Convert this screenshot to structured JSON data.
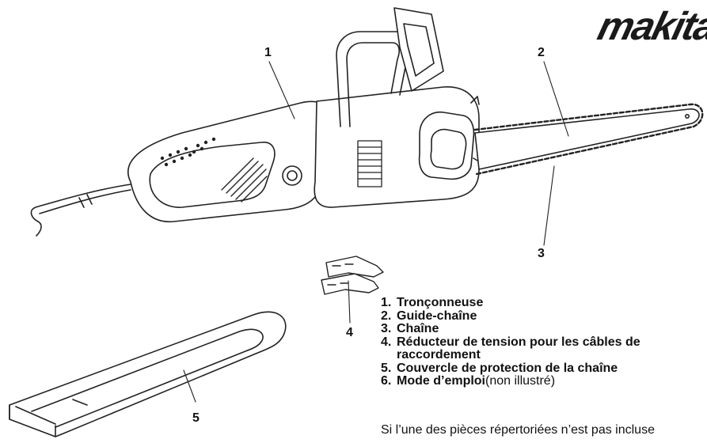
{
  "brand": {
    "logo_text": "makita"
  },
  "callouts": [
    "1",
    "2",
    "3",
    "4",
    "5"
  ],
  "legend": [
    {
      "number": "1.",
      "label": "Tronçonneuse"
    },
    {
      "number": "2.",
      "label": "Guide-chaîne"
    },
    {
      "number": "3.",
      "label": "Chaîne"
    },
    {
      "number": "4.",
      "label": "Réducteur de tension pour les câbles de",
      "label_cont": "raccordement"
    },
    {
      "number": "5.",
      "label": "Couvercle de protection de la chaîne"
    },
    {
      "number": "6.",
      "label": "Mode d’emploi",
      "extra": " (non illustré)"
    }
  ],
  "note": "Si l’une des pièces répertoriées n’est pas incluse"
}
